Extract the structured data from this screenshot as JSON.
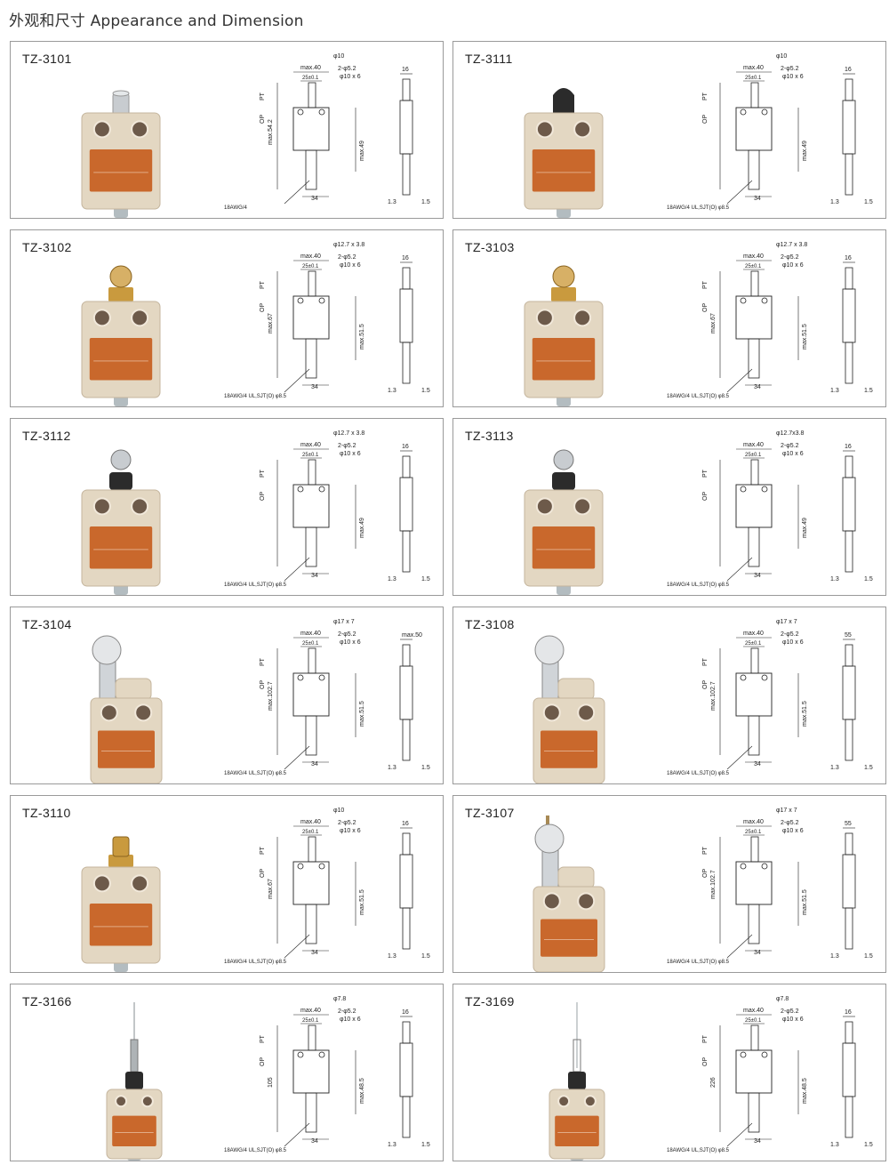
{
  "page": {
    "title": "外观和尺寸 Appearance and Dimension"
  },
  "products": [
    {
      "model": "TZ-3101",
      "actuator": "plunger-metal",
      "cable": "18AWG/4",
      "dims": {
        "width": "max.40",
        "height": "max.54.2",
        "body": "max.49",
        "pitch": "25±0.1",
        "tip": "φ10",
        "side": "16",
        "base": "34"
      }
    },
    {
      "model": "TZ-3111",
      "actuator": "plunger-black",
      "cable": "18AWG/4 UL,SJT(O) φ8.5",
      "dims": {
        "width": "max.40",
        "height": "",
        "body": "max.49",
        "pitch": "25±0.1",
        "tip": "φ10",
        "side": "16",
        "base": "34"
      }
    },
    {
      "model": "TZ-3102",
      "actuator": "roller-brass",
      "cable": "18AWG/4 UL,SJT(O) φ8.5",
      "dims": {
        "width": "max.40",
        "height": "max.67",
        "body": "max.51.5",
        "pitch": "25±0.1",
        "tip": "φ12.7 x 3.8",
        "side": "16",
        "base": "34"
      }
    },
    {
      "model": "TZ-3103",
      "actuator": "roller-cross",
      "cable": "18AWG/4 UL,SJT(O) φ8.5",
      "dims": {
        "width": "max.40",
        "height": "max.67",
        "body": "max.51.5",
        "pitch": "25±0.1",
        "tip": "φ12.7 x 3.8",
        "side": "16",
        "base": "34"
      }
    },
    {
      "model": "TZ-3112",
      "actuator": "roller-black",
      "cable": "18AWG/4 UL,SJT(O) φ8.5",
      "dims": {
        "width": "max.40",
        "height": "",
        "body": "max.49",
        "pitch": "25±0.1",
        "tip": "φ12.7 x 3.8",
        "side": "16",
        "base": "34"
      }
    },
    {
      "model": "TZ-3113",
      "actuator": "roller-black-cross",
      "cable": "18AWG/4 UL,SJT(O) φ8.5",
      "dims": {
        "width": "max.40",
        "height": "",
        "body": "max.49",
        "pitch": "25±0.1",
        "tip": "φ12.7x3.8",
        "side": "16",
        "base": "34"
      }
    },
    {
      "model": "TZ-3104",
      "actuator": "roller-lever",
      "cable": "18AWG/4 UL,SJT(O) φ8.5",
      "dims": {
        "width": "max.40",
        "height": "max.102.7",
        "body": "max.51.5",
        "pitch": "25±0.1",
        "tip": "φ17 x 7",
        "side": "max.50",
        "base": "34"
      }
    },
    {
      "model": "TZ-3108",
      "actuator": "adjustable-roller-lever",
      "cable": "18AWG/4 UL,SJT(O) φ8.5",
      "dims": {
        "width": "max.40",
        "height": "max.102.7",
        "body": "max.51.5",
        "pitch": "25±0.1",
        "tip": "φ17 x 7",
        "side": "55",
        "base": "34"
      }
    },
    {
      "model": "TZ-3110",
      "actuator": "plunger-brass",
      "cable": "18AWG/4 UL,SJT(O) φ8.5",
      "dims": {
        "width": "max.40",
        "height": "max.67",
        "body": "max.51.5",
        "pitch": "25±0.1",
        "tip": "φ10",
        "side": "16",
        "base": "34"
      }
    },
    {
      "model": "TZ-3107",
      "actuator": "rod-lever",
      "cable": "18AWG/4 UL,SJT(O) φ8.5",
      "dims": {
        "width": "max.40",
        "height": "max.102.7",
        "body": "max.51.5",
        "pitch": "25±0.1",
        "tip": "φ17 x 7",
        "side": "55",
        "base": "34"
      }
    },
    {
      "model": "TZ-3166",
      "actuator": "spring-wire",
      "cable": "18AWG/4 UL,SJT(O) φ8.5",
      "dims": {
        "width": "max.40",
        "height": "105",
        "body": "max.48.5",
        "pitch": "25±0.1",
        "tip": "φ7.8",
        "side": "16",
        "base": "34"
      }
    },
    {
      "model": "TZ-3169",
      "actuator": "spring-coil",
      "cable": "18AWG/4 UL,SJT(O) φ8.5",
      "dims": {
        "width": "max.40",
        "height": "226",
        "body": "max.48.5",
        "pitch": "25±0.1",
        "tip": "φ7.8",
        "side": "16",
        "base": "34"
      }
    }
  ],
  "common": {
    "hole": "2-φ5.2",
    "counterbore": "φ10 x 6",
    "pt": "PT",
    "op": "OP",
    "gauge_a": "1.3",
    "gauge_b": "1.5"
  },
  "colors": {
    "housing": "#e3d7c2",
    "housing_shadow": "#c4b59d",
    "label": "#c9682c",
    "cable": "#b3bcc0",
    "metal": "#c8ccd0",
    "brass": "#c99a3e",
    "black": "#2b2b2b",
    "border": "#9a9a9a"
  }
}
